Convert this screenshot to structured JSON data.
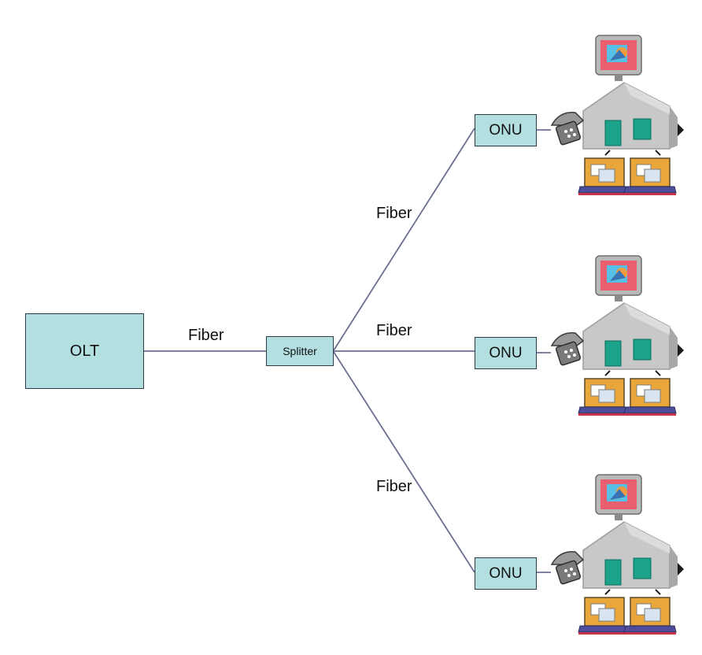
{
  "diagram": {
    "olt": {
      "label": "OLT"
    },
    "splitter": {
      "label": "Splitter"
    },
    "links": {
      "olt_to_splitter": "Fiber",
      "to_onu_1": "Fiber",
      "to_onu_2": "Fiber",
      "to_onu_3": "Fiber"
    },
    "onus": [
      {
        "label": "ONU",
        "premises_icon": "house-icon"
      },
      {
        "label": "ONU",
        "premises_icon": "house-icon"
      },
      {
        "label": "ONU",
        "premises_icon": "house-icon"
      }
    ],
    "premises_devices": [
      "tv-icon",
      "telephone-icon",
      "laptop-icon",
      "laptop-icon"
    ],
    "colors": {
      "node_fill": "#b3dfe0",
      "node_border": "#2c3b44",
      "fiber_line": "#6b6f93",
      "house_wall": "#c8c8c8",
      "window_teal": "#1aa38a",
      "laptop_screen": "#e9a63a"
    }
  }
}
